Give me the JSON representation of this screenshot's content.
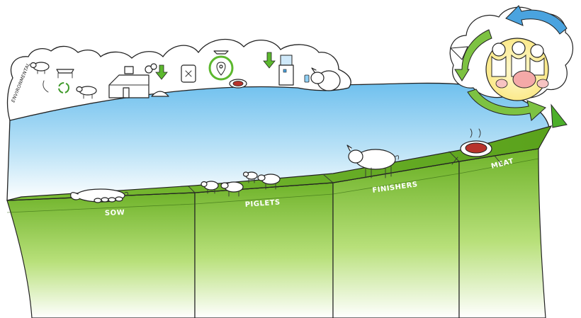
{
  "diagram": {
    "environment_label": "ENVIRONMENTAL",
    "stages": [
      {
        "id": "sow",
        "label": "SOW"
      },
      {
        "id": "piglets",
        "label": "PIGLETS"
      },
      {
        "id": "finishers",
        "label": "FINISHERS"
      },
      {
        "id": "meat",
        "label": "MEAT"
      }
    ],
    "colors": {
      "grass_dark": "#5a9a1a",
      "grass_light": "#a6d65a",
      "block_top": "#8cc63f",
      "sky_top": "#7cc5f0",
      "sky_bottom": "#ffffff",
      "cycle_green": "#7dc242",
      "cycle_blue": "#4aa3df",
      "family_bg": "#fff6b0",
      "arrow_green": "#4caf2a"
    },
    "icons": [
      "pig-icon",
      "recycle-icon",
      "barn-icon",
      "manure-pile-icon",
      "down-arrow-icon",
      "fertilizer-bag-icon",
      "location-cycle-icon",
      "meat-plate-icon",
      "water-cooler-icon",
      "drinking-pig-icon",
      "farmer-family-icon",
      "cycle-arrows-icon"
    ]
  }
}
